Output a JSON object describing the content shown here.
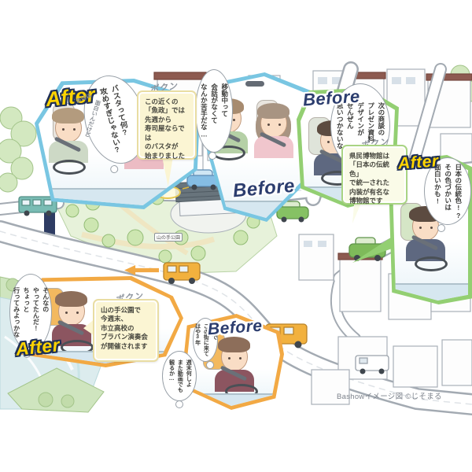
{
  "credit": "Bashowイメージ図 ©じそまる",
  "sfx": "ポクン",
  "map": {
    "park_sign": "山の手公園"
  },
  "scenes": {
    "women_after": {
      "label": "After",
      "thought": "バスタって何?\n攻めすぎじゃない?",
      "aside_laugh": "あはは",
      "aside_note": "面白いんだけど"
    },
    "women_before": {
      "label": "Before",
      "thought": "移動中って\n会話がなくて\nなんか苦手だな…"
    },
    "man_before": {
      "label": "Before",
      "thought": "次の商談の\nプレゼン資料\nデザインが\nぜんぜん\n思いつかないな"
    },
    "man_after": {
      "label": "After",
      "thought": "日本の伝統色!?\nその色づかいは\n面白いかも!"
    },
    "woman_after": {
      "label": "After",
      "thought": "そんなの\nやってたんだ!\nちょっと\n行ってみよっかな"
    },
    "woman_before": {
      "label": "Before",
      "thought": "転勤で\nこの街に来て\nはや3年",
      "thought2": "週末何しよ\nまた動画でも\n観るか…"
    }
  },
  "announcements": {
    "pasta": "この近くの\n「魚政」では\n先週から\n寿司屋ならでは\nのバスタが\n始まりました",
    "museum": "県民博物館は\n「日本の伝統色」\nで統一された\n内装が有名な\n博物館です",
    "concert": "山の手公園で\n今週末、\n市立高校の\nブラバン演奏会\nが開催されます"
  },
  "colors": {
    "frame_blue": "#79c6e2",
    "frame_green": "#93cf72",
    "frame_orange": "#f2a944",
    "after_text": "#ffd400",
    "after_outline": "#203055",
    "before_text": "#2c3d6e",
    "before_outline": "#ffffff",
    "ann_yellow": "#fbf5d3",
    "ann_green_border": "#a9d483",
    "sfx_color": "#8e959e"
  }
}
